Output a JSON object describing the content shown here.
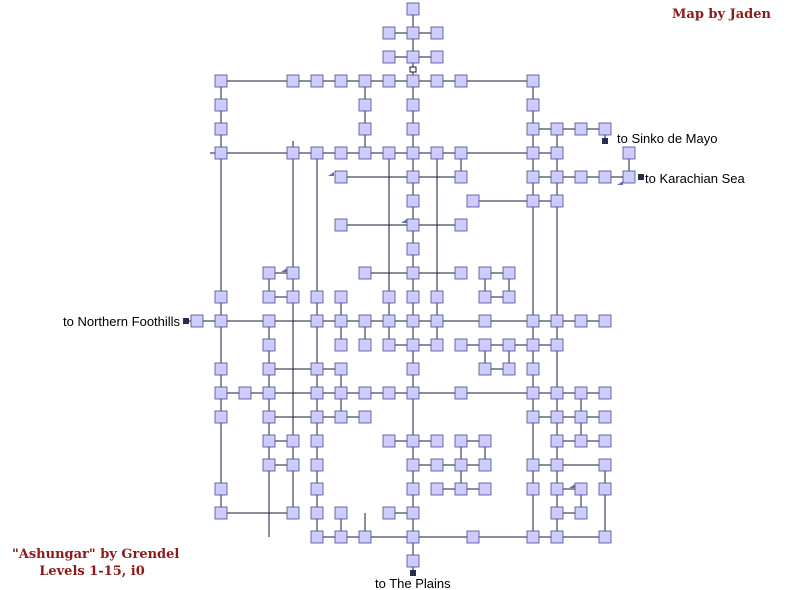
{
  "credits": {
    "mapper": "Map by Jaden",
    "area_line1": "\"Ashungar\" by Grendel",
    "area_line2": "Levels 1-15, i0"
  },
  "exits": {
    "east_upper": "to Sinko de Mayo",
    "east_lower": "to Karachian Sea",
    "west": "to Northern Foothills",
    "south": "to The Plains"
  },
  "colors": {
    "room_fill": "#ccccff",
    "room_stroke": "#4a4a8a",
    "line": "#1a1a3a",
    "exit_marker": "#2b2b50",
    "credit_text": "#8b1a1a"
  }
}
